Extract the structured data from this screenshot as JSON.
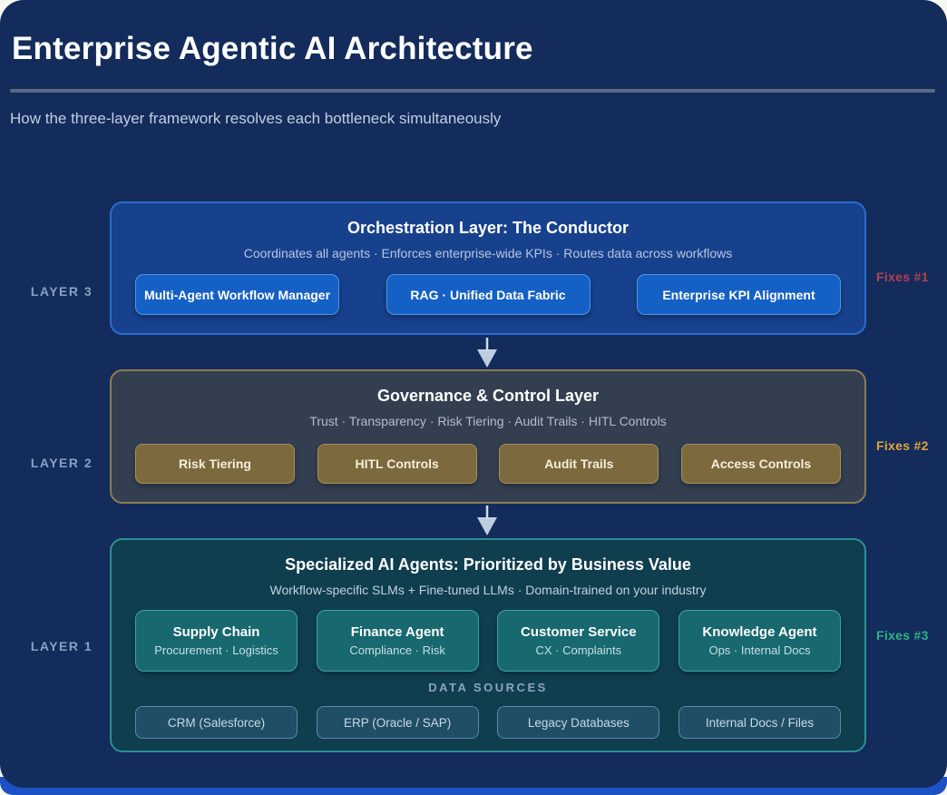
{
  "header": {
    "title": "Enterprise Agentic AI Architecture",
    "subtitle": "How the three-layer framework resolves each bottleneck simultaneously"
  },
  "side_labels": {
    "layer3": "LAYER 3",
    "layer2": "LAYER 2",
    "layer1": "LAYER 1"
  },
  "fixes": {
    "fix1": "Fixes #1",
    "fix2": "Fixes #2",
    "fix3": "Fixes #3"
  },
  "layer3": {
    "title": "Orchestration Layer: The Conductor",
    "subtitle": "Coordinates all agents · Enforces enterprise-wide KPIs · Routes data across workflows",
    "chips": [
      "Multi-Agent Workflow Manager",
      "RAG · Unified Data Fabric",
      "Enterprise KPI Alignment"
    ]
  },
  "layer2": {
    "title": "Governance & Control Layer",
    "subtitle": "Trust · Transparency · Risk Tiering · Audit Trails · HITL Controls",
    "chips": [
      "Risk Tiering",
      "HITL Controls",
      "Audit Trails",
      "Access Controls"
    ]
  },
  "layer1": {
    "title": "Specialized AI Agents: Prioritized by Business Value",
    "subtitle": "Workflow-specific SLMs + Fine-tuned LLMs · Domain-trained on your industry",
    "agents": [
      {
        "name": "Supply Chain",
        "detail": "Procurement · Logistics"
      },
      {
        "name": "Finance Agent",
        "detail": "Compliance · Risk"
      },
      {
        "name": "Customer Service",
        "detail": "CX · Complaints"
      },
      {
        "name": "Knowledge Agent",
        "detail": "Ops · Internal Docs"
      }
    ],
    "data_sources_label": "DATA SOURCES",
    "data_sources": [
      "CRM (Salesforce)",
      "ERP (Oracle / SAP)",
      "Legacy Databases",
      "Internal Docs / Files"
    ]
  },
  "colors": {
    "page_background": "#132c5c",
    "bottom_strip": "#1c52c6",
    "layer3_box": "#17418c",
    "layer3_border": "#2b6ccf",
    "layer3_chip": "#1560c5",
    "layer2_box": "#333f51",
    "layer2_border": "#8d7b51",
    "layer2_chip": "#7c693e",
    "layer1_box": "#0f3e4f",
    "layer1_border": "#2e8f93",
    "layer1_card": "#17686f",
    "fix1_red": "#b5414e",
    "fix2_orange": "#dfa43e",
    "fix3_green": "#2bb585",
    "arrow": "#cddcec"
  }
}
